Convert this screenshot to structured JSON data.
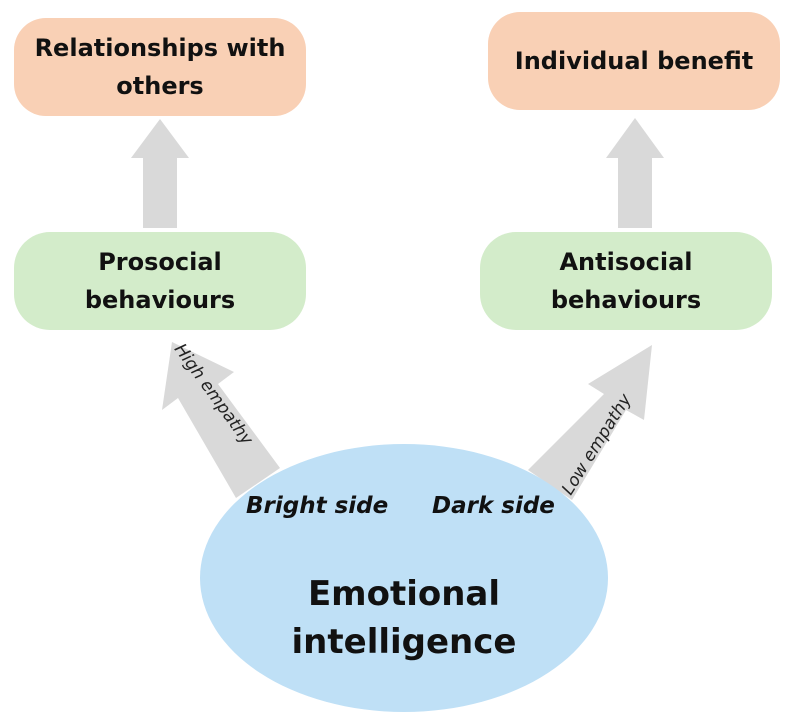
{
  "diagram": {
    "outcomes": {
      "relationships": [
        "Relationships with",
        "others"
      ],
      "individual": "Individual benefit"
    },
    "behaviours": {
      "prosocial": [
        "Prosocial",
        "behaviours"
      ],
      "antisocial": [
        "Antisocial",
        "behaviours"
      ]
    },
    "core": {
      "title": [
        "Emotional",
        "intelligence"
      ],
      "bright_side": "Bright side",
      "dark_side": "Dark side"
    },
    "arrows": {
      "high_empathy": "High empathy",
      "low_empathy": "Low empathy"
    },
    "colors": {
      "outcome_fill": "#f9d0b5",
      "behaviour_fill": "#d3ecca",
      "core_fill": "#bfe0f6",
      "arrow_fill": "#d9d9d9"
    }
  }
}
